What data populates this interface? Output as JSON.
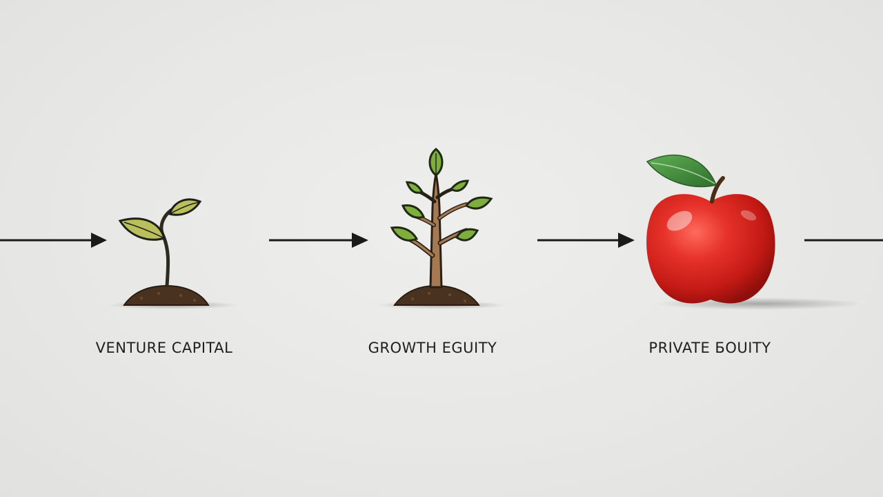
{
  "stages": [
    {
      "key": "venture-capital",
      "label": "VENTURE CAPITAL",
      "icon": "sprout-icon"
    },
    {
      "key": "growth-equity",
      "label": "GROWTH EGUITY",
      "icon": "young-tree-icon"
    },
    {
      "key": "private-equity",
      "label": "PRIVATE БOUITY",
      "icon": "apple-icon"
    }
  ],
  "colors": {
    "background": "#e8e8e6",
    "arrow": "#1a1a1a",
    "leaf_light": "#b9bf5a",
    "leaf_green": "#7fae3e",
    "trunk": "#a57a52",
    "soil": "#4a3220",
    "apple_red": "#d8211c",
    "apple_leaf": "#3f8a3a",
    "text": "#1e1e1e"
  }
}
